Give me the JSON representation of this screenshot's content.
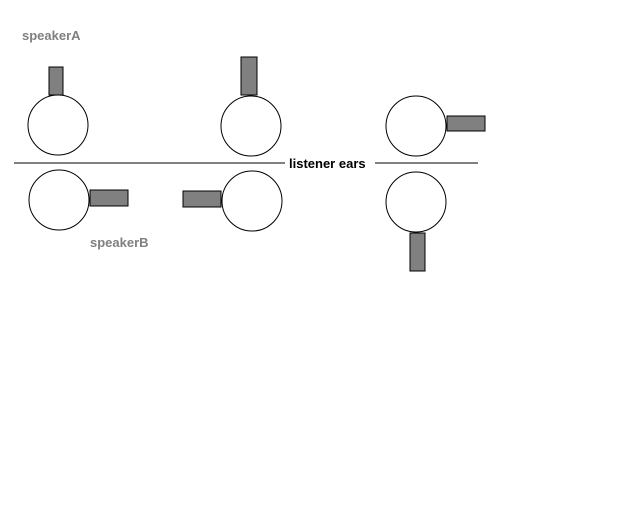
{
  "labels": {
    "speaker_a": "speakerA",
    "speaker_b": "speakerB",
    "listener_ears": "listener ears"
  },
  "colors": {
    "background": "#ffffff",
    "outline": "#000000",
    "speaker_fill": "#808080",
    "speaker_label": "#808080",
    "listener_label": "#000000"
  }
}
